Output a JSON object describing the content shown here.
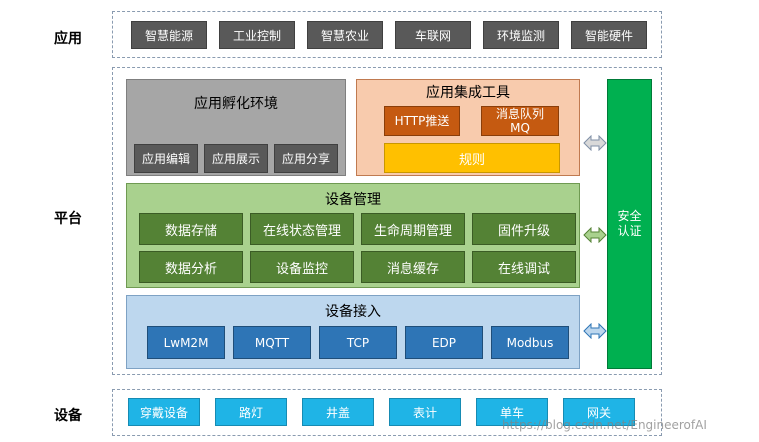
{
  "layers": {
    "app": "应用",
    "platform": "平台",
    "device": "设备"
  },
  "applications": [
    "智慧能源",
    "工业控制",
    "智慧农业",
    "车联网",
    "环境监测",
    "智能硬件"
  ],
  "incubator": {
    "title": "应用孵化环境",
    "items": [
      "应用编辑",
      "应用展示",
      "应用分享"
    ]
  },
  "integration_tools": {
    "title": "应用集成工具",
    "http": "HTTP推送",
    "mq_line1": "消息队列",
    "mq_line2": "MQ",
    "rule": "规则"
  },
  "device_management": {
    "title": "设备管理",
    "items": [
      "数据存储",
      "在线状态管理",
      "生命周期管理",
      "固件升级",
      "数据分析",
      "设备监控",
      "消息缓存",
      "在线调试"
    ]
  },
  "device_access": {
    "title": "设备接入",
    "protocols": [
      "LwM2M",
      "MQTT",
      "TCP",
      "EDP",
      "Modbus"
    ]
  },
  "security": {
    "line1": "安全",
    "line2": "认证"
  },
  "devices": [
    "穿戴设备",
    "路灯",
    "井盖",
    "表计",
    "单车",
    "网关"
  ],
  "colors": {
    "app_item": "#595959",
    "incubator": "#a6a6a6",
    "tools": "#f8cbad",
    "tool_item": "#c55a11",
    "rule": "#ffc000",
    "device_management": "#a9d18e",
    "mgmt_item": "#548235",
    "device_access": "#bdd7ee",
    "access_item": "#2e75b6",
    "security": "#00b050",
    "device_item": "#1fb4e6"
  },
  "watermark": "https://blog.csdn.net/EngineerofAI"
}
